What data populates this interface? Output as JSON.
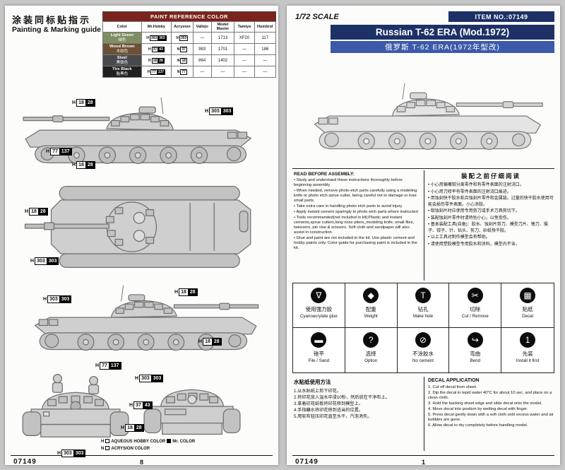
{
  "left_page": {
    "title_cn": "涂装同标贴指示",
    "title_en": "Painting & Marking guide",
    "paint_table": {
      "title": "PAINT REFERENCE COLOR",
      "title_bg": "#7b241c",
      "headers": [
        "Color",
        "Mr.Hobby",
        "Acrysion",
        "Vallejo",
        "Model Master",
        "Tamiya",
        "Humbrol"
      ],
      "rows": [
        {
          "name_en": "Light Green",
          "name_cn": "绿色",
          "swatch": "#7e8e62",
          "hobby_prefix": "H",
          "hobby_a": "303",
          "hobby_b": "303",
          "acrysion_prefix": "N",
          "acrysion": "303",
          "vallejo": "—",
          "model_master": "1713",
          "tamiya": "XF20",
          "humbrol": "117"
        },
        {
          "name_en": "Wood Brown",
          "name_cn": "木纹色",
          "swatch": "#6d5035",
          "hobby_prefix": "H",
          "hobby_a": "37",
          "hobby_b": "43",
          "acrysion_prefix": "N",
          "acrysion": "37",
          "vallejo": "983",
          "model_master": "1701",
          "tamiya": "—",
          "humbrol": "186"
        },
        {
          "name_en": "Steel",
          "name_cn": "黑铁色",
          "swatch": "#47494c",
          "hobby_prefix": "H",
          "hobby_a": "18",
          "hobby_b": "28",
          "acrysion_prefix": "N",
          "acrysion": "18",
          "vallejo": "864",
          "model_master": "1402",
          "tamiya": "—",
          "humbrol": "—"
        },
        {
          "name_en": "Tire Black",
          "name_cn": "胎黑色",
          "swatch": "#202020",
          "hobby_prefix": "H",
          "hobby_a": "77",
          "hobby_b": "137",
          "acrysion_prefix": "N",
          "acrysion": "77",
          "vallejo": "—",
          "model_master": "—",
          "tamiya": "—",
          "humbrol": "—"
        }
      ]
    },
    "callouts": [
      {
        "prefix": "H",
        "a": "18",
        "b": "28"
      },
      {
        "prefix": "H",
        "a": "303",
        "b": "303"
      },
      {
        "prefix": "H",
        "a": "77",
        "b": "137"
      },
      {
        "prefix": "H",
        "a": "18",
        "b": "28"
      },
      {
        "prefix": "H",
        "a": "18",
        "b": "28"
      },
      {
        "prefix": "H",
        "a": "303",
        "b": "303"
      },
      {
        "prefix": "H",
        "a": "303",
        "b": "303"
      },
      {
        "prefix": "H",
        "a": "18",
        "b": "28"
      },
      {
        "prefix": "H",
        "a": "18",
        "b": "28"
      },
      {
        "prefix": "H",
        "a": "77",
        "b": "137"
      },
      {
        "prefix": "H",
        "a": "303",
        "b": "303"
      },
      {
        "prefix": "H",
        "a": "37",
        "b": "43"
      },
      {
        "prefix": "H",
        "a": "18",
        "b": "28"
      },
      {
        "prefix": "H",
        "a": "303",
        "b": "303"
      }
    ],
    "legend": {
      "h_prefix": "H",
      "aqueous_text": "AQUEOUS HOBBY COLOR",
      "mr_color_text": "Mr. COLOR",
      "n_prefix": "N",
      "acrysion_text": "ACRYSION COLOR"
    },
    "footer": {
      "item_no": "07149",
      "page_no": "8"
    }
  },
  "right_page": {
    "scale": "1/72 SCALE",
    "item_no_label": "ITEM NO.:07149",
    "title_en": "Russian T-62 ERA (Mod.1972)",
    "title_cn": "俄罗斯 T-62 ERA(1972年型改)",
    "colors": {
      "navy": "#1d3166",
      "blue": "#3c5aa9"
    },
    "read_before": {
      "title_en": "READ BEFORE ASSEMBLY:",
      "items_en": [
        "Study and understand these instructions thoroughly before beginning assembly",
        "When needed, remove photo-etch parts carefully using a modeling knife or photo etch sprue cutter, being careful not to damage or lose small parts.",
        "Take extra care in handling photo etch parts to avoid injury",
        "Apply instant cement sparingly to photo etch parts where instructed",
        "Tools recommended(not included in kit):Plastic and instant cements,sprue cutters,long nose pliers,,modeling knife, small files, tweezers, pin vise & scissors. Soft cloth and sandpaper will also assist in construction",
        "Glue and paint are not included in the kit. Use plastic cement and hobby paints only. Color guide for purchasing paint is included in the kit."
      ],
      "title_cn": "装配之前仔细阅读",
      "items_cn": [
        "小心用偏嘴钳分离零件和有零件表面的注射浇口。",
        "小心用刀修平有零件表面的注射浇口痕迹。",
        "用蚀刻快干胶水粘合蚀刻片零件和金属链。过量的快干胶水使用可能会损伤零件表面。小心涂胶。",
        "取蚀刻片时应使用专用剪刀或手术刀具剪切下。",
        "装配蚀刻片零件时请特别小心，以免受伤。",
        "基本装配工具(自备)：胶水、蚀刻片剪刀、模型刀片、锉刀、镊子、钳子、针、钻头、剪刀、砂纸快干胶。",
        "以上工具对制作模型会有帮助。",
        "请使用塑胶模型专用胶水和涂料，模型内不含。"
      ]
    },
    "icons": [
      {
        "glyph": "∇",
        "label_cn": "使用强力胶",
        "label_en": "Cyanoacrylate glue"
      },
      {
        "glyph": "◆",
        "label_cn": "配重",
        "label_en": "Weight"
      },
      {
        "glyph": "T",
        "label_cn": "钻孔",
        "label_en": "Make hole"
      },
      {
        "glyph": "✂",
        "label_cn": "切除",
        "label_en": "Cut / Remove"
      },
      {
        "glyph": "▦",
        "label_cn": "贴纸",
        "label_en": "Decal"
      },
      {
        "glyph": "▬",
        "label_cn": "锉平",
        "label_en": "File / Sand"
      },
      {
        "glyph": "?",
        "label_cn": "选择",
        "label_en": "Option"
      },
      {
        "glyph": "⊘",
        "label_cn": "不涂胶水",
        "label_en": "No cement"
      },
      {
        "glyph": "↪",
        "label_cn": "弯曲",
        "label_en": "Bend"
      },
      {
        "glyph": "1",
        "label_cn": "先装",
        "label_en": "Install it first"
      }
    ],
    "decal": {
      "title_cn": "水贴纸使用方法",
      "steps_cn": [
        "1.从水贴纸上剪下印花。",
        "2.将印花放入温水中浸10秒，然后放在干净布上。",
        "3.拿着印花纸板将印花移到模型上。",
        "4.手指蘸水将印花移到适当的位置。",
        "5.用软布轻压印花直至水干，汽泡消失。"
      ],
      "title_en": "DECAL APPLICATION",
      "steps_en": [
        "1. Cut off decal from sheet.",
        "2. Dip the decal in tepid water 40°C for about 10 sec. and place on a clean cloth.",
        "3. Hold the backing sheet edge and slide decal onto the model.",
        "4. Move decal into position by wetting decal with finger.",
        "5. Press decal gently down with a soft cloth until excess water and air bubbles are gone.",
        "6. Allow decal to dry completely before handling model."
      ]
    },
    "footer": {
      "item_no": "07149",
      "page_no": "1"
    }
  }
}
